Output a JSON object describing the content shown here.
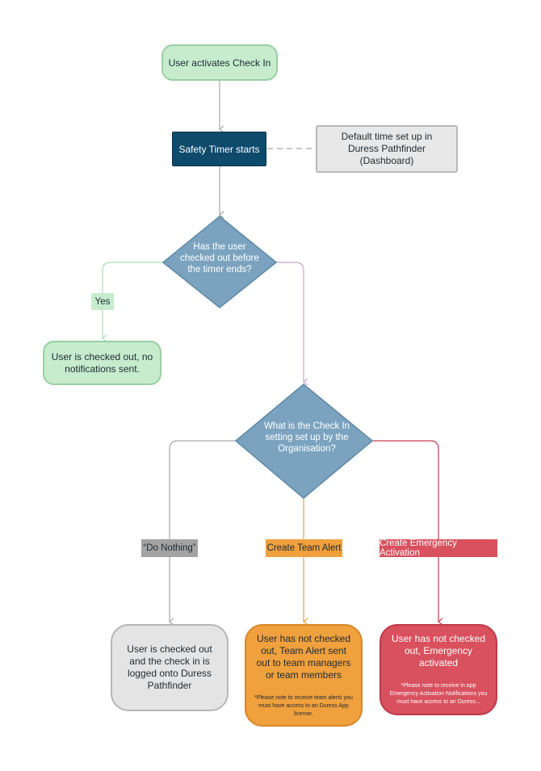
{
  "nodes": {
    "start": "User activates Check In",
    "timer": "Safety Timer starts",
    "default_time": "Default time set up in Duress Pathfinder (Dashboard)",
    "decision_checkout": "Has the user checked out before the timer ends?",
    "checked_out": "User is checked out, no notifications sent.",
    "decision_setting": "What is the Check In setting set up by the Organisation?",
    "outcome_nothing": "User is checked out and the check in is logged onto Duress Pathfinder",
    "outcome_team": "User has not checked out, Team Alert sent out to team managers or team members",
    "outcome_team_note": "*Please note to receive team alerts you must have access to an Duress App license.",
    "outcome_emergency": "User has not checked out, Emergency activated",
    "outcome_emergency_note": "*Please note to receive in app Emergency Activation Notifications you must have access to an Duress..."
  },
  "edge_labels": {
    "yes": "Yes",
    "do_nothing": "“Do Nothing”",
    "team_alert": "Create Team Alert",
    "emergency": "Create Emergency Activation"
  },
  "colors": {
    "green_fill": "#c6eccd",
    "navy": "#0d4a6b",
    "diamond": "#7ba3bf",
    "orange": "#f0a03c",
    "red": "#d9505e",
    "grey": "#e4e4e4"
  }
}
